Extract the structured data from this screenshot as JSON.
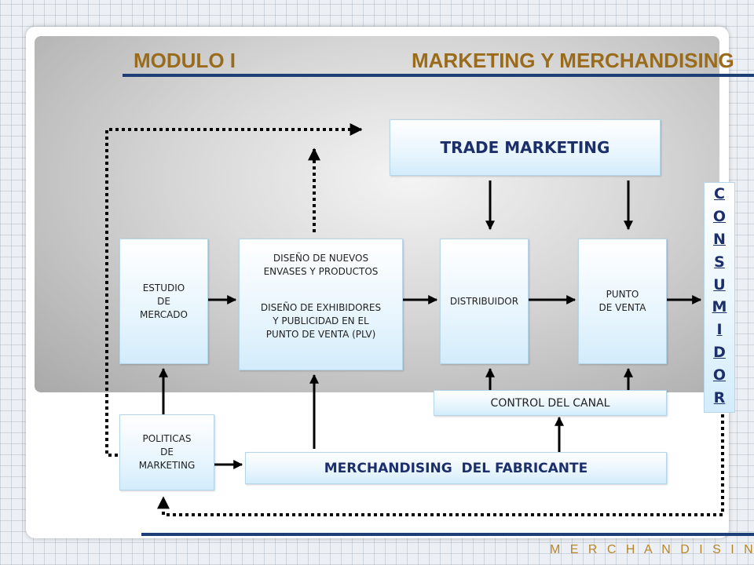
{
  "header": {
    "module": "MODULO  I",
    "title": "MARKETING Y  MERCHANDISING"
  },
  "footer": {
    "text": "M E R C H A N D I S I N G"
  },
  "boxes": {
    "trade_marketing": {
      "label": "TRADE MARKETING"
    },
    "estudio": {
      "lines": [
        "ESTUDIO",
        "DE",
        "MERCADO"
      ]
    },
    "diseno": {
      "lines_top": [
        "DISEÑO DE NUEVOS",
        "ENVASES Y PRODUCTOS"
      ],
      "lines_bottom": [
        "DISEÑO DE EXHIBIDORES",
        "Y PUBLICIDAD EN EL",
        "PUNTO DE VENTA (PLV)"
      ]
    },
    "distribuidor": {
      "label": "DISTRIBUIDOR"
    },
    "punto": {
      "lines": [
        "PUNTO",
        "DE VENTA"
      ]
    },
    "control": {
      "label": "CONTROL DEL CANAL"
    },
    "politicas": {
      "lines": [
        "POLITICAS",
        "DE",
        "MARKETING"
      ]
    },
    "merchandising": {
      "label": "MERCHANDISING  DEL FABRICANTE"
    }
  },
  "consumer": {
    "letters": [
      "C",
      "O",
      "N",
      "S",
      "U",
      "M",
      "I",
      "D",
      "O",
      "R"
    ]
  },
  "colors": {
    "title": "#9a6b1a",
    "rule": "#1e3f75",
    "box_text_bold": "#1c2f6b",
    "arrow": "#000000"
  }
}
